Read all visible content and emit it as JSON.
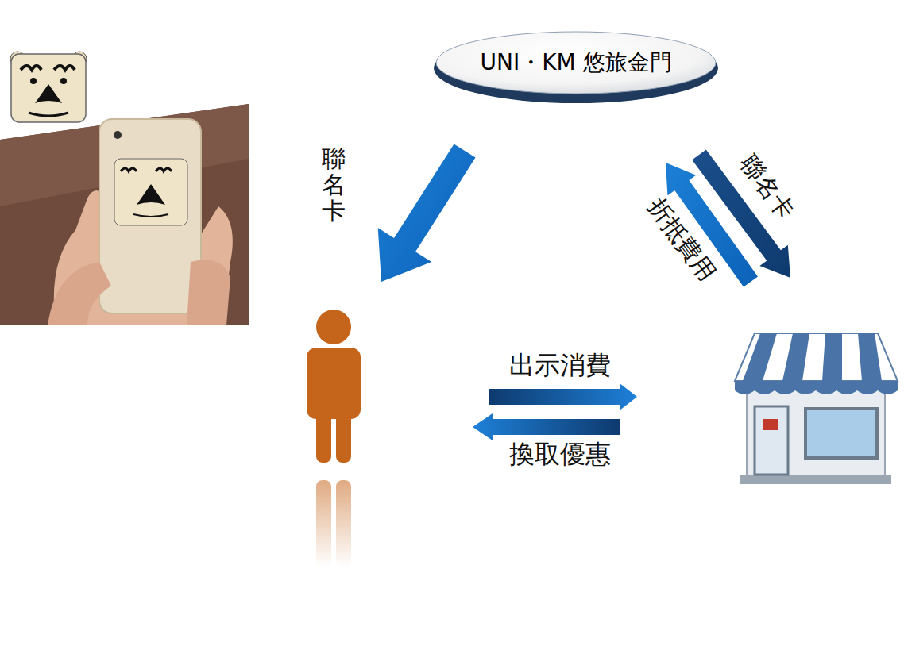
{
  "diagram": {
    "nodes": [
      {
        "text": [
          "UNI・KM 悠旅金門"
        ]
      }
    ],
    "labels": [
      "聯名卡",
      "聯名卡",
      "折抵費用",
      "出示消費",
      "換取優惠"
    ]
  }
}
